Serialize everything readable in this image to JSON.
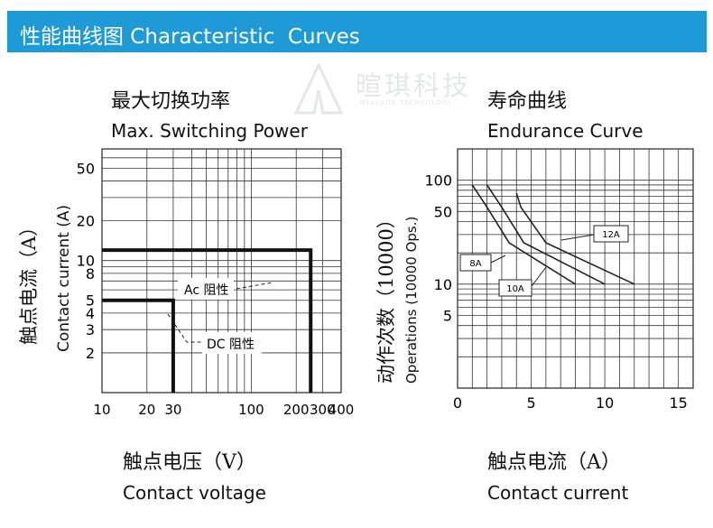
{
  "banner": {
    "title": "性能曲线图 Characteristic  Curves",
    "color": "#1e9bd7"
  },
  "watermark": {
    "text": "暄琪科技",
    "subtitle": "WELLAON TECHNOLOGY"
  },
  "chart_data": [
    {
      "type": "line",
      "title_cn": "最大切换功率",
      "title": "Max. Switching Power",
      "xlabel_cn": "触点电压（V）",
      "xlabel": "Contact voltage",
      "ylabel_cn": "触点电流（A）",
      "ylabel": "Contact current (A)",
      "x_scale": "log",
      "y_scale": "log",
      "xlim": [
        10,
        400
      ],
      "ylim": [
        1,
        70
      ],
      "x_ticks": [
        10,
        20,
        30,
        100,
        200,
        300,
        400
      ],
      "y_ticks": [
        2,
        3,
        4,
        5,
        8,
        10,
        20,
        50
      ],
      "series": [
        {
          "name": "Ac 阻性",
          "x": [
            10,
            250,
            250
          ],
          "y": [
            12,
            12,
            1
          ]
        },
        {
          "name": "DC 阻性",
          "x": [
            10,
            30,
            30
          ],
          "y": [
            5,
            5,
            1
          ]
        }
      ],
      "annotations": [
        "Ac 阻性",
        "DC 阻性"
      ],
      "grid": true
    },
    {
      "type": "line",
      "title_cn": "寿命曲线",
      "title": "Endurance Curve",
      "xlabel_cn": "触点电流（A）",
      "xlabel": "Contact  current",
      "ylabel_cn": "动作次数（10000）",
      "ylabel": "Operations (10000 Ops.)",
      "x_scale": "linear",
      "y_scale": "log",
      "xlim": [
        0,
        16
      ],
      "ylim": [
        1,
        200
      ],
      "x_ticks": [
        0,
        5,
        10,
        15
      ],
      "y_ticks": [
        5,
        10,
        50,
        100
      ],
      "series": [
        {
          "name": "8A",
          "x": [
            1,
            2,
            3.5,
            8
          ],
          "y": [
            90,
            55,
            25,
            10
          ]
        },
        {
          "name": "10A",
          "x": [
            2,
            3,
            4.5,
            10
          ],
          "y": [
            90,
            55,
            25,
            10
          ]
        },
        {
          "name": "12A",
          "x": [
            4,
            4.3,
            6,
            12
          ],
          "y": [
            75,
            55,
            25,
            10
          ]
        }
      ],
      "grid": true
    }
  ]
}
